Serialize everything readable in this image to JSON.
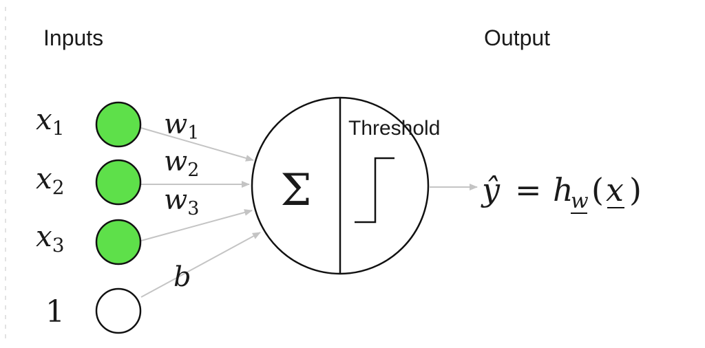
{
  "labels": {
    "inputs": "Inputs",
    "output": "Output",
    "threshold": "Threshold"
  },
  "inputs": [
    {
      "var": "x",
      "sub": "1",
      "weight_var": "w",
      "weight_sub": "1",
      "node_color": "#5ee04a"
    },
    {
      "var": "x",
      "sub": "2",
      "weight_var": "w",
      "weight_sub": "2",
      "node_color": "#5ee04a"
    },
    {
      "var": "x",
      "sub": "3",
      "weight_var": "w",
      "weight_sub": "3",
      "node_color": "#5ee04a"
    },
    {
      "var": "1",
      "sub": "",
      "weight_var": "b",
      "weight_sub": "",
      "node_color": "#ffffff"
    }
  ],
  "neuron": {
    "sum_symbol": "Σ"
  },
  "output_formula": {
    "yhat": "ŷ",
    "equals": "=",
    "h": "h",
    "w": "w",
    "open_paren": "(",
    "x": "x",
    "close_paren": ")"
  },
  "colors": {
    "edge": "#c4c4c4",
    "stroke": "#111111",
    "text": "#1a1a1a"
  }
}
